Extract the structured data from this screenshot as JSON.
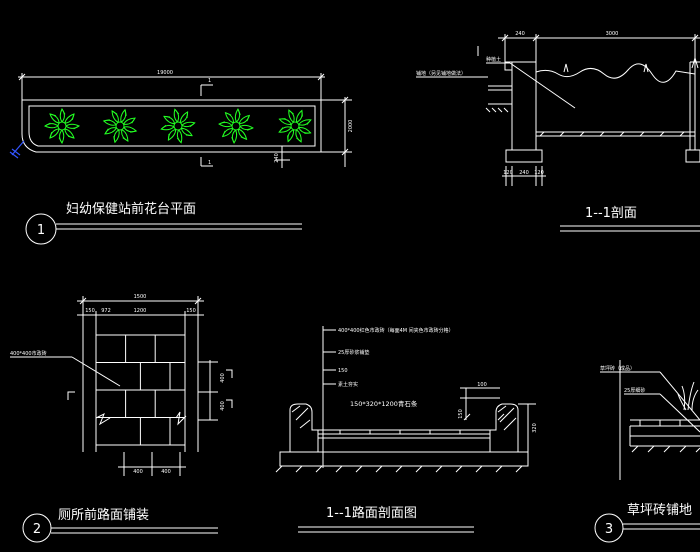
{
  "colors": {
    "background": "#000000",
    "line": "#ffffff",
    "plant": "#22ff22",
    "leader": "#3355ff"
  },
  "panel1": {
    "number": "1",
    "title": "妇幼保健站前花台平面",
    "dim_length": "19000",
    "dim_width": "2000",
    "dim_small": "240",
    "section_mark_top": "1",
    "section_mark_bottom": "1"
  },
  "panel2": {
    "title": "1--1剖面",
    "dim_total": "3000",
    "dim_wall": "240",
    "label_soil": "种植土",
    "label_ground": "铺地（另见铺地做法）",
    "dim_b1": "120",
    "dim_b2": "240",
    "dim_b3": "120"
  },
  "panel3": {
    "number": "2",
    "title": "厕所前路面铺装",
    "dim_total": "1500",
    "dim_a": "150",
    "dim_b": "972",
    "dim_c": "1200",
    "dim_d": "150",
    "label_tile": "400*400市政砖",
    "dim_r1": "400",
    "dim_r2": "400",
    "dim_bottom1": "400",
    "dim_bottom2": "400"
  },
  "panel4": {
    "title": "1--1路面剖面图",
    "callout1": "400*400红色市政砖（每面4M 间夹色市政砖分格）",
    "callout2": "25厚砂浆铺垫",
    "callout3": "150",
    "callout4": "素土夯实",
    "curb_label": "150*320*1200青石条",
    "dim_v1": "100",
    "dim_v2": "150",
    "dim_v3": "320"
  },
  "panel5": {
    "number": "3",
    "title": "草坪砖铺地",
    "label1": "草坪砖（成品）",
    "label2": "25厚细砂"
  }
}
